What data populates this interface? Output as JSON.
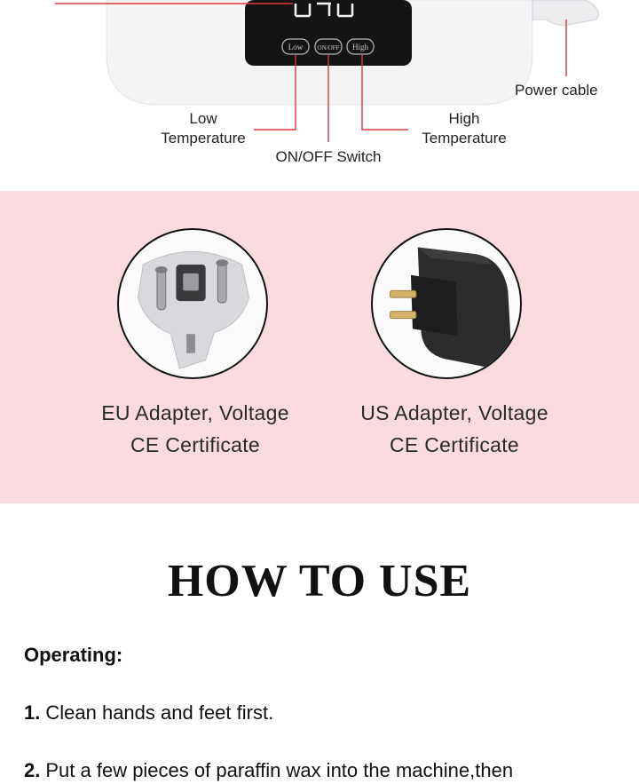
{
  "diagram": {
    "labels": {
      "low": [
        "Low",
        "Temperature"
      ],
      "high": [
        "High",
        "Temperature"
      ],
      "on_off": "ON/OFF Switch",
      "power": "Power cable"
    },
    "buttons": {
      "low": "Low",
      "on_off": "ON/OFF",
      "high": "High"
    },
    "accent_color": "#d93a3a"
  },
  "adapters": {
    "eu": {
      "line1": "EU Adapter, Voltage",
      "line2": "CE Certificate"
    },
    "us": {
      "line1": "US Adapter, Voltage",
      "line2": "CE Certificate"
    },
    "background_color": "#f9dbe0"
  },
  "how_to_use": {
    "title": "HOW TO USE",
    "section": "Operating:",
    "steps": [
      {
        "num": "1.",
        "text": "Clean hands and feet first."
      },
      {
        "num": "2.",
        "text": "Put a few pieces of paraffin wax into the machine,then"
      }
    ]
  }
}
